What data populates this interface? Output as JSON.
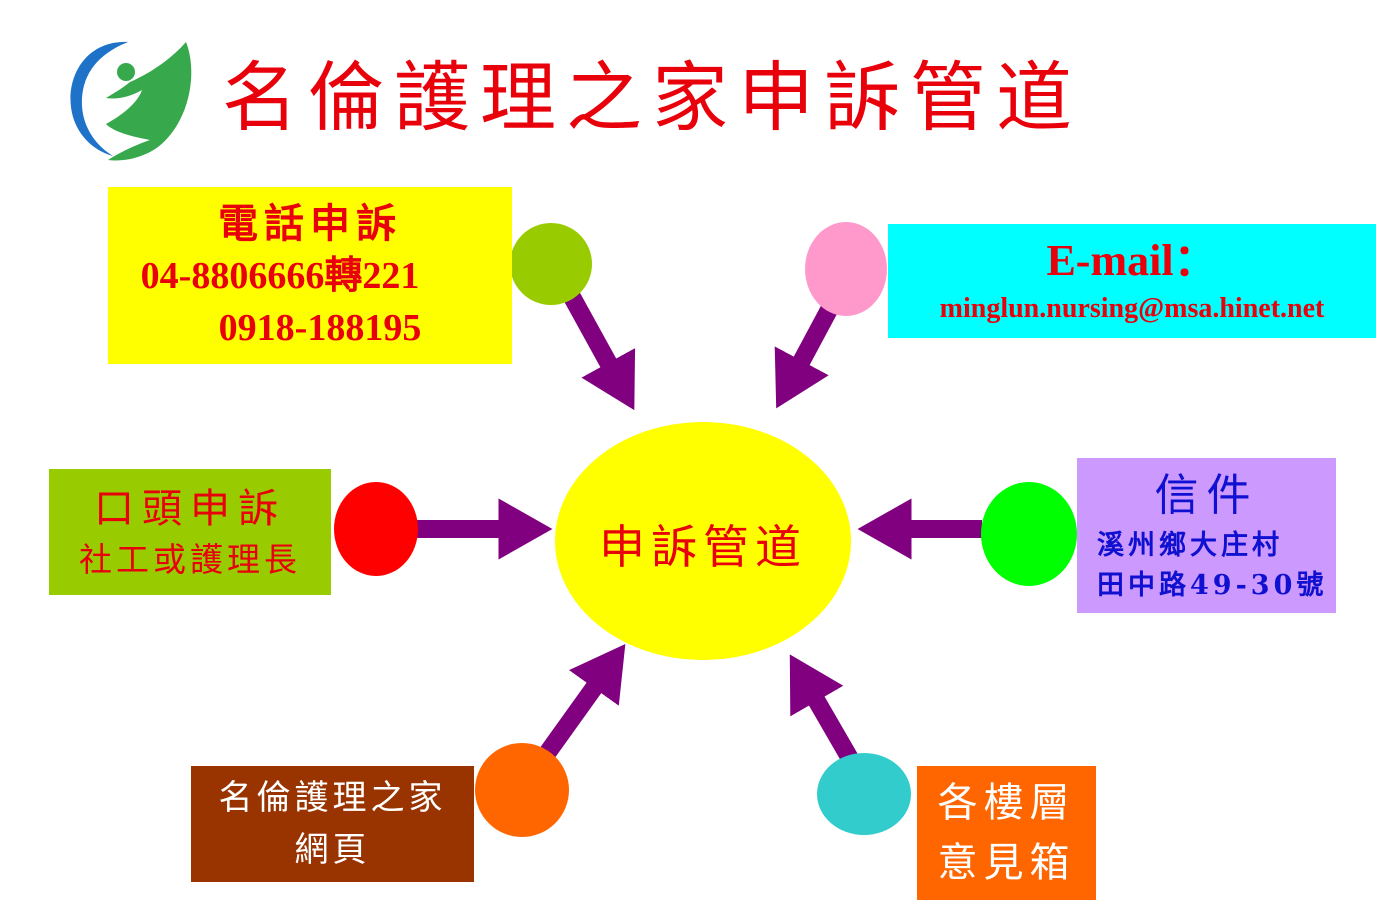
{
  "header": {
    "title": "名倫護理之家申訴管道"
  },
  "center": {
    "label": "申訴管道"
  },
  "channels": {
    "phone": {
      "heading": "電話申訴",
      "line1": "04-8806666轉221",
      "line2": "0918-188195"
    },
    "email": {
      "heading": "E-mail：",
      "line1": "minglun.nursing@msa.hinet.net"
    },
    "oral": {
      "heading": "口頭申訴",
      "line1": "社工或護理長"
    },
    "mail": {
      "heading": "信件",
      "line1": "溪州鄉大庄村",
      "line2": "田中路49-30號"
    },
    "web": {
      "heading": "名倫護理之家",
      "line1": "網頁"
    },
    "floor": {
      "heading": "各樓層",
      "line1": "意見箱"
    }
  },
  "colors": {
    "arrow": "#800080",
    "center": "#ffff00",
    "dots": {
      "phone": "#99cc00",
      "email": "#ff99cc",
      "oral": "#ff0000",
      "mail": "#00ff00",
      "web": "#ff6600",
      "floor": "#33cccc"
    }
  }
}
